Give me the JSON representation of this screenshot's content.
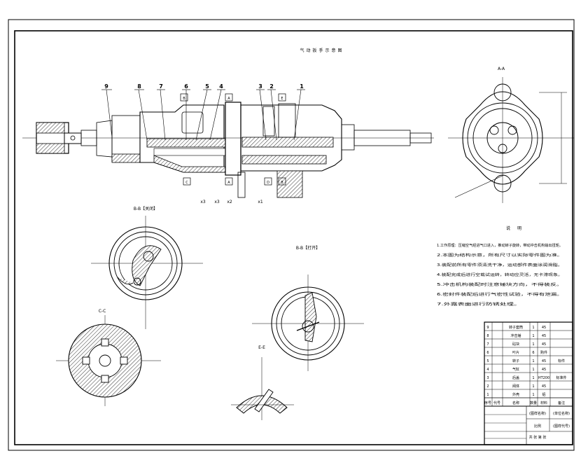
{
  "drawing": {
    "main_title": "气动扳手示意图",
    "section_labels": {
      "aa": "A-A",
      "bb_closed": "B-B【关闭】",
      "bb_open": "B-B【打开】",
      "cc": "C-C",
      "ee": "E-E"
    },
    "part_numbers": [
      "9",
      "8",
      "7",
      "6",
      "5",
      "4",
      "3",
      "2",
      "1"
    ],
    "view_markers": {
      "b_top": "B",
      "a_top": "A",
      "e_top": "E",
      "c_bottom": "C",
      "a_bottom": "A",
      "d_bottom": "D",
      "b_bottom": "B"
    },
    "callouts": [
      "x3",
      "x3",
      "x2",
      "x1"
    ],
    "notes": {
      "heading": "说 明",
      "lines": [
        "1.工作原理：压缩空气经进气口进入，推动转子旋转，带动冲击机构输出扭矩。",
        "2.本图为结构示意，所有尺寸以实际零件图为准。",
        "3.装配前所有零件须清洗干净，运动部件表面涂润滑脂。",
        "4.装配完成后进行空载试运转，转动应灵活，无卡滞现象。",
        "5.冲击机构装配时注意锤块方向，不得装反。",
        "6.密封件装配后进行气密性试验，不得有泄漏。",
        "7.外露表面进行防锈处理。"
      ]
    },
    "bom": {
      "rows": [
        {
          "no": "9",
          "code": "",
          "name": "转子套筒",
          "qty": "1",
          "mat": "45",
          "note": ""
        },
        {
          "no": "8",
          "code": "",
          "name": "冲击锤",
          "qty": "1",
          "mat": "45",
          "note": ""
        },
        {
          "no": "7",
          "code": "",
          "name": "砧块",
          "qty": "1",
          "mat": "45",
          "note": ""
        },
        {
          "no": "6",
          "code": "",
          "name": "叶片",
          "qty": "6",
          "mat": "购件",
          "note": ""
        },
        {
          "no": "5",
          "code": "",
          "name": "转子",
          "qty": "1",
          "mat": "45",
          "note": "标件"
        },
        {
          "no": "4",
          "code": "",
          "name": "气缸",
          "qty": "1",
          "mat": "45",
          "note": ""
        },
        {
          "no": "3",
          "code": "",
          "name": "后盖",
          "qty": "1",
          "mat": "HT200",
          "note": "标准件"
        },
        {
          "no": "2",
          "code": "",
          "name": "阀体",
          "qty": "1",
          "mat": "45",
          "note": ""
        },
        {
          "no": "1",
          "code": "",
          "name": "外壳",
          "qty": "1",
          "mat": "铝",
          "note": ""
        }
      ],
      "header": {
        "no": "序号",
        "code": "代号",
        "name": "名称",
        "qty": "数量",
        "mat": "材料",
        "note": "备注"
      },
      "title_block": {
        "title1": "(图样名称)",
        "title2": "(单位名称)",
        "title3": "(图样代号)",
        "sheet": "共 张 第 张",
        "scale": "比例"
      }
    }
  }
}
